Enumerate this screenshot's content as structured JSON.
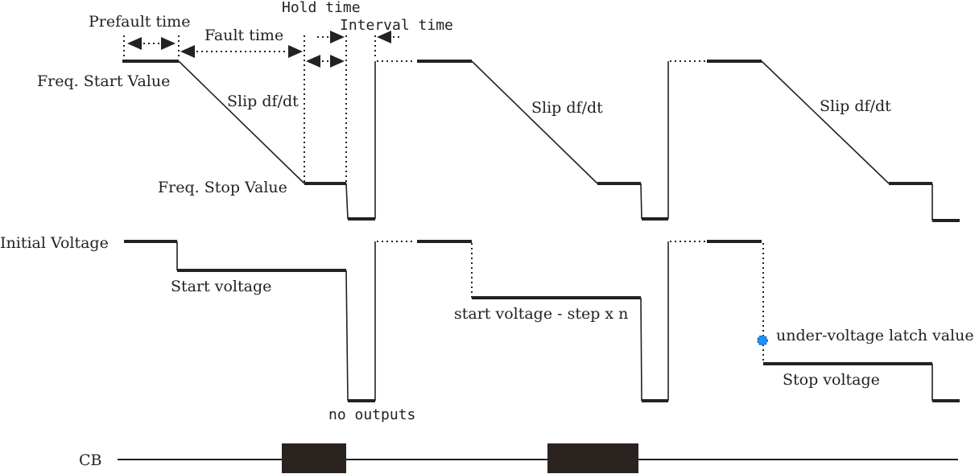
{
  "labels": {
    "prefault_time": "Prefault time",
    "fault_time": "Fault time",
    "hold_time": "Hold time",
    "interval_time": "Interval time",
    "freq_start_value": "Freq. Start Value",
    "freq_stop_value": "Freq. Stop Value",
    "slip_1": "Slip df/dt",
    "slip_2": "Slip df/dt",
    "slip_3": "Slip df/dt",
    "initial_voltage": "Initial Voltage",
    "start_voltage": "Start voltage",
    "start_voltage_step": "start voltage - step x n",
    "under_voltage_latch": "under-voltage latch value",
    "stop_voltage": "Stop voltage",
    "no_outputs": "no outputs",
    "cb": "CB"
  },
  "colors": {
    "line": "#222222",
    "latch_marker": "#1e90ff"
  }
}
